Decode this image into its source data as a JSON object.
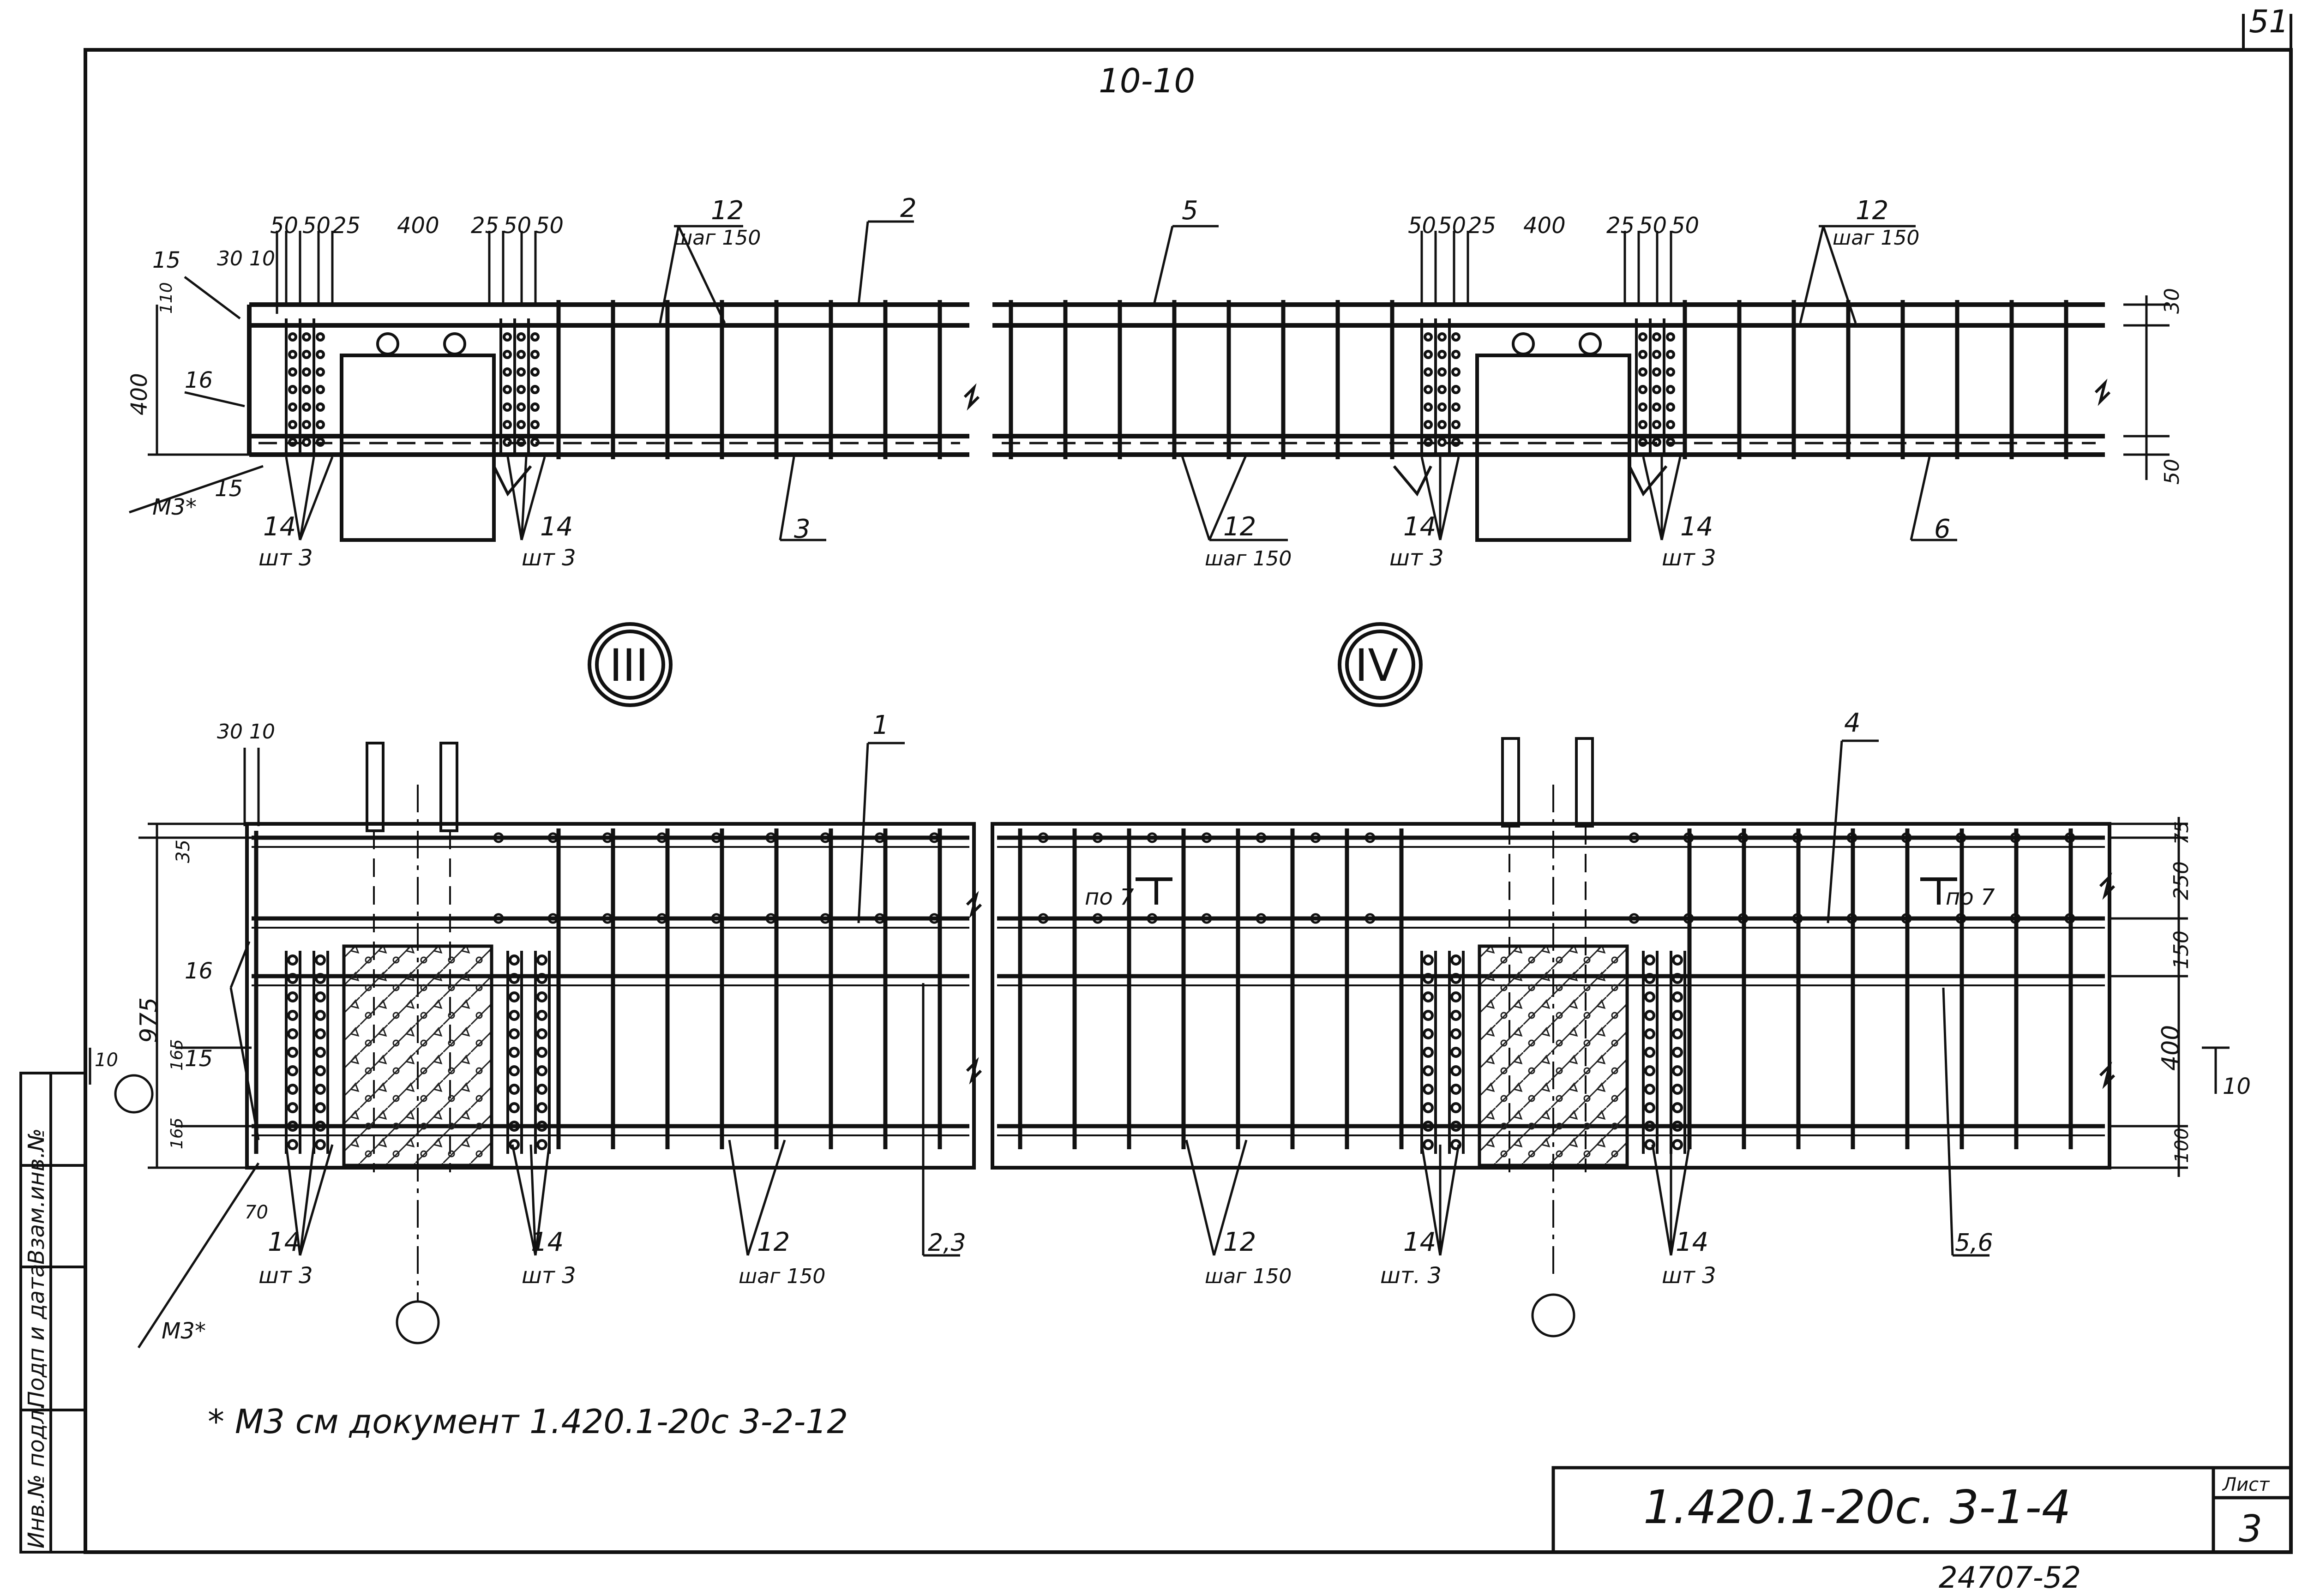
{
  "sheet_corner_number": "51",
  "section_label": "10-10",
  "title_block": {
    "code": "1.420.1-20с. 3-1-4",
    "sheet_label": "Лист",
    "sheet_number": "3"
  },
  "archive_number": "24707-52",
  "side_stamp": {
    "field1": "Инв.№ подл.",
    "field2": "Подп и дата",
    "field3": "Взам.инв.№"
  },
  "footnote": "* М3 см документ 1.420.1-20с 3-2-12",
  "nodes": [
    "III",
    "IV"
  ],
  "top_view": {
    "dims_left": [
      "50",
      "50",
      "25",
      "400",
      "25",
      "50",
      "50"
    ],
    "dims_right": [
      "50",
      "50",
      "25",
      "400",
      "25",
      "50",
      "50"
    ],
    "dim_30_10": "30 10",
    "dim_110": "110",
    "dim_400": "400",
    "dim_30": "30",
    "dim_50": "50",
    "pos_12": "12",
    "step_150": "шаг 150",
    "pos_2": "2",
    "pos_3": "3",
    "pos_5": "5",
    "pos_6": "6",
    "pos_14": "14",
    "qty_3": "шт 3",
    "pos_15": "15",
    "pos_16": "16",
    "m3": "М3*"
  },
  "bottom_view": {
    "dim_30_10": "30 10",
    "dim_35": "35",
    "dim_975": "975",
    "dim_165a": "165",
    "dim_165b": "165",
    "dim_70": "70",
    "dims_right": [
      "75",
      "250",
      "150",
      "400",
      "100"
    ],
    "pos_1": "1",
    "pos_4": "4",
    "pos_16": "16",
    "pos_15": "15",
    "pos_10": "10",
    "m3": "М3*",
    "pos_14": "14",
    "qty_3": "шт 3",
    "qty_3b": "шт. 3",
    "pos_12": "12",
    "step_150": "шаг 150",
    "pos_23": "2,3",
    "pos_56": "5,6",
    "ref_7_left": "по 7",
    "ref_7_right": "по 7"
  }
}
